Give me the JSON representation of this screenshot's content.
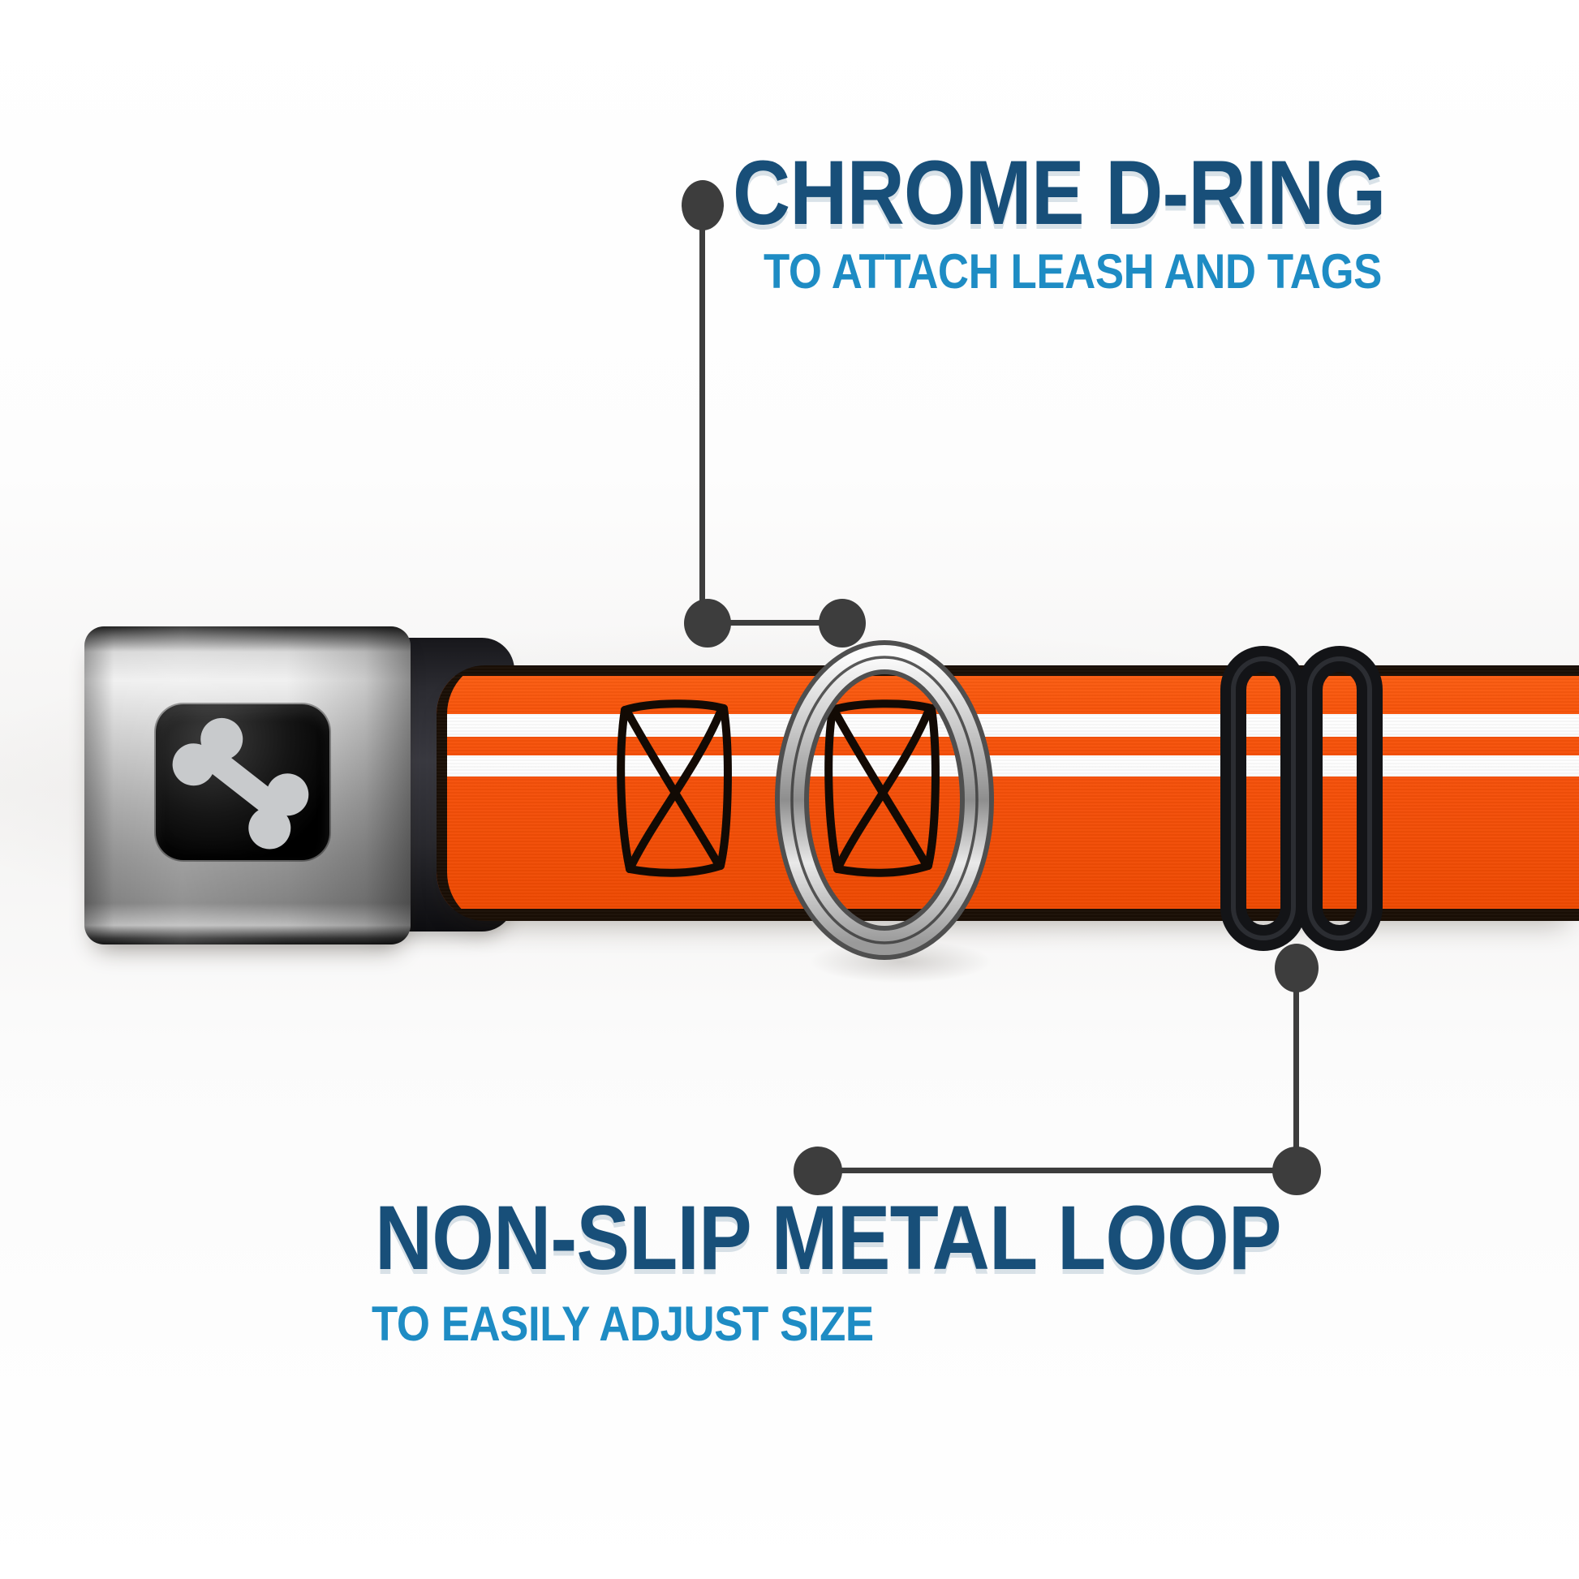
{
  "callouts": {
    "top": {
      "title": "CHROME D-RING",
      "subtitle": "TO ATTACH LEASH AND TAGS"
    },
    "bottom": {
      "title": "NON-SLIP METAL LOOP",
      "subtitle": "TO EASILY ADJUST SIZE"
    }
  },
  "product": {
    "parts": [
      "seatbelt-buckle",
      "bone-logo",
      "striped-collar-strap",
      "chrome-d-ring",
      "black-slider-loop",
      "stitch-boxes"
    ]
  },
  "colors": {
    "title_navy": "#184F79",
    "subtitle_blue": "#1E8CC4",
    "strap_orange": "#F7530A",
    "stripe_white": "#FFFFFF",
    "edge_black": "#1A0E05",
    "callout_gray": "#3D3D3D"
  }
}
